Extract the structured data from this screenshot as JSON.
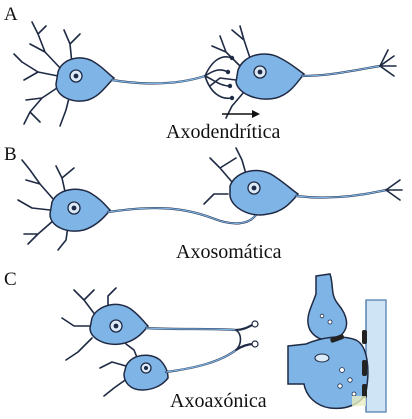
{
  "panels": [
    {
      "letter": "A",
      "caption": "Axodendrítica"
    },
    {
      "letter": "B",
      "caption": "Axosomática"
    },
    {
      "letter": "C",
      "caption": "Axoaxónica"
    }
  ],
  "colors": {
    "cell_fill": "#7fb4e6",
    "outline": "#1f2a44",
    "speckle": "#2c4f87",
    "membrane": "#cfe4f5"
  }
}
